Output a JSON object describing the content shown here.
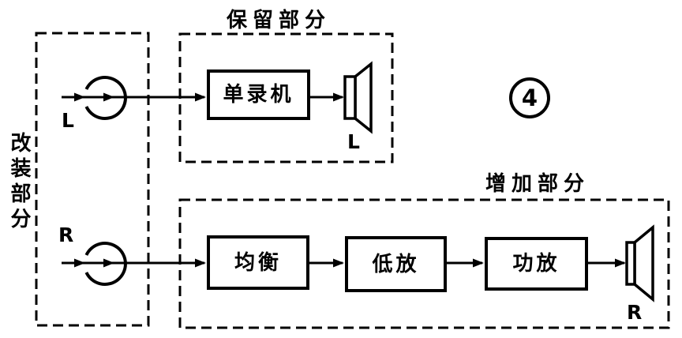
{
  "figure": {
    "number": "4"
  },
  "regions": {
    "modified": {
      "label": "改装部分"
    },
    "retained": {
      "label": "保留部分"
    },
    "added": {
      "label": "增加部分"
    }
  },
  "channels": {
    "left_input": "L",
    "right_input": "R",
    "left_output": "L",
    "right_output": "R"
  },
  "blocks": {
    "recorder": "单录机",
    "equalizer": "均衡",
    "low_level_amp": "低放",
    "power_amp": "功放"
  },
  "icons": {
    "source": "tape-head-icon",
    "speaker": "speaker-icon",
    "arrow": "arrow-right-icon"
  },
  "colors": {
    "ink": "#000000",
    "paper": "#ffffff"
  }
}
